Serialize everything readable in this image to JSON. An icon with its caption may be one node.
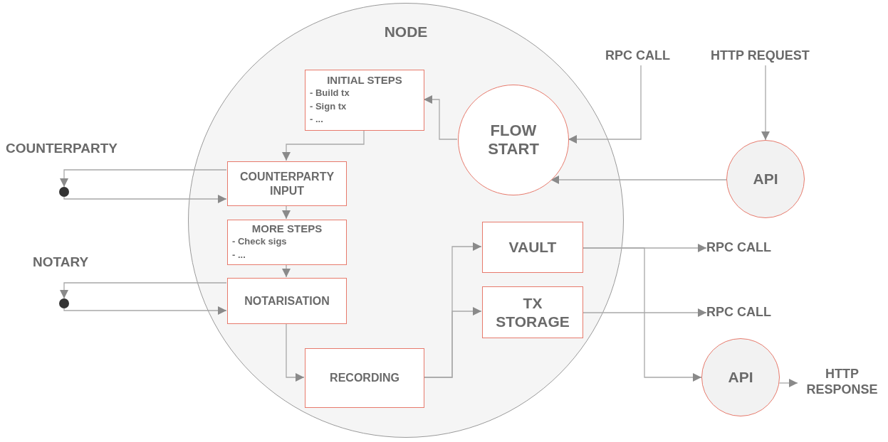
{
  "diagram": {
    "nodes": [
      {
        "text": [
          "NODE"
        ]
      },
      {
        "text": [
          "INITIAL STEPS",
          "- Build tx",
          "- Sign tx",
          "- ..."
        ],
        "in": 0
      },
      {
        "text": [
          "FLOW START"
        ],
        "in": 0
      },
      {
        "text": [
          "COUNTERPARTY INPUT"
        ],
        "in": 0
      },
      {
        "text": [
          "MORE STEPS",
          "- Check sigs",
          "- ..."
        ],
        "in": 0
      },
      {
        "text": [
          "NOTARISATION"
        ],
        "in": 0
      },
      {
        "text": [
          "VAULT"
        ],
        "in": 0
      },
      {
        "text": [
          "TX STORAGE"
        ],
        "in": 0
      },
      {
        "text": [
          "RECORDING"
        ],
        "in": 0
      },
      {
        "text": [],
        "shape": "circle",
        "beside": [
          "COUNTERPARTY"
        ]
      },
      {
        "text": [],
        "shape": "circle",
        "beside": [
          "NOTARY"
        ]
      },
      {
        "text": [
          "RPC CALL"
        ]
      },
      {
        "text": [
          "HTTP REQUEST"
        ]
      },
      {
        "text": [
          "API"
        ]
      },
      {
        "text": [
          "RPC CALL"
        ]
      },
      {
        "text": [
          "RPC CALL"
        ]
      },
      {
        "text": [
          "API"
        ]
      },
      {
        "text": [
          "HTTP RESPONSE"
        ]
      }
    ],
    "edges": [
      {
        "from": 2,
        "to": 1,
        "arrow": "to"
      },
      {
        "from": 1,
        "to": 3,
        "arrow": "to"
      },
      {
        "from": 11,
        "to": 2,
        "arrow": "to"
      },
      {
        "from": 13,
        "to": 2,
        "arrow": "to"
      },
      {
        "from": 12,
        "to": 13,
        "arrow": "to"
      },
      {
        "from": 3,
        "to": 9,
        "arrow": "to"
      },
      {
        "from": 9,
        "to": 3,
        "arrow": "to"
      },
      {
        "from": 3,
        "to": 4,
        "arrow": "to"
      },
      {
        "from": 4,
        "to": 5,
        "arrow": "to"
      },
      {
        "from": 5,
        "to": 10,
        "arrow": "to"
      },
      {
        "from": 10,
        "to": 5,
        "arrow": "to"
      },
      {
        "from": 5,
        "to": 8,
        "arrow": "to"
      },
      {
        "from": 8,
        "to": 6,
        "arrow": "to"
      },
      {
        "from": 8,
        "to": 7,
        "arrow": "to"
      },
      {
        "from": 6,
        "to": 14,
        "arrow": "to"
      },
      {
        "from": 7,
        "to": 15,
        "arrow": "to"
      },
      {
        "from": 6,
        "to": 16,
        "arrow": "to"
      },
      {
        "from": 16,
        "to": 17,
        "arrow": "to"
      }
    ]
  }
}
